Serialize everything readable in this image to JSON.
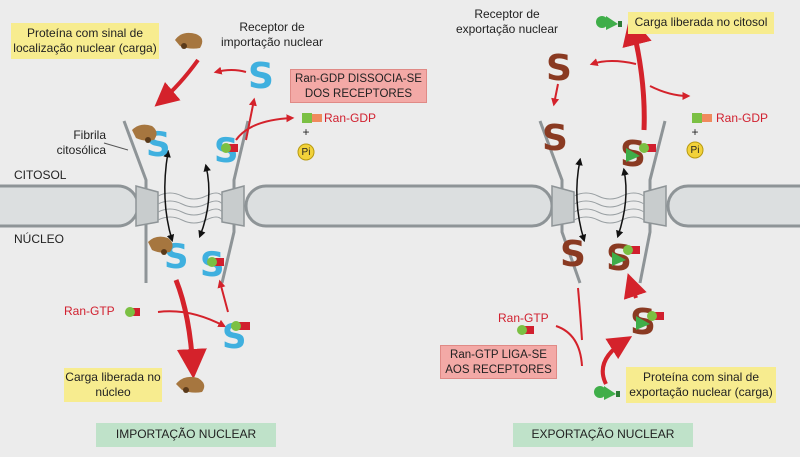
{
  "labels": {
    "cargo_import": "Proteína com sinal de localização nuclear (carga)",
    "import_receptor": "Receptor de importação nuclear",
    "ran_gdp_dissociates": "Ran-GDP DISSOCIA-SE DOS RECEPTORES",
    "ran_gdp_left": "Ran-GDP",
    "pi_plus_left": "+",
    "pi_left": "Pi",
    "fibril": "Fibrila citosólica",
    "cytosol": "CITOSOL",
    "nucleus": "NÚCLEO",
    "ran_gtp_left": "Ran-GTP",
    "cargo_released_nucleus": "Carga liberada no núcleo",
    "nuclear_import": "IMPORTAÇÃO NUCLEAR",
    "export_receptor": "Receptor de exportação nuclear",
    "cargo_released_cytosol": "Carga liberada no citosol",
    "ran_gdp_right": "Ran-GDP",
    "pi_plus_right": "+",
    "pi_right": "Pi",
    "ran_gtp_right": "Ran-GTP",
    "ran_gtp_binds": "Ran-GTP LIGA-SE AOS RECEPTORES",
    "cargo_export": "Proteína com sinal de exportação nuclear (carga)",
    "nuclear_export": "EXPORTAÇÃO NUCLEAR"
  },
  "colors": {
    "receptor_import": "#3fb0df",
    "receptor_export": "#8a3a22",
    "cargo_import": "#a6763f",
    "cargo_export": "#3fae49",
    "ran": "#d1202f",
    "ran_gdp_tag": "#f08a5d",
    "phosphate": "#f2d23a",
    "membrane": "#8e9497",
    "arrow_red": "#d4222b",
    "label_yellow": "#f7ec8f",
    "label_pink": "#f3a9a6",
    "label_green": "#bfe2c9"
  }
}
